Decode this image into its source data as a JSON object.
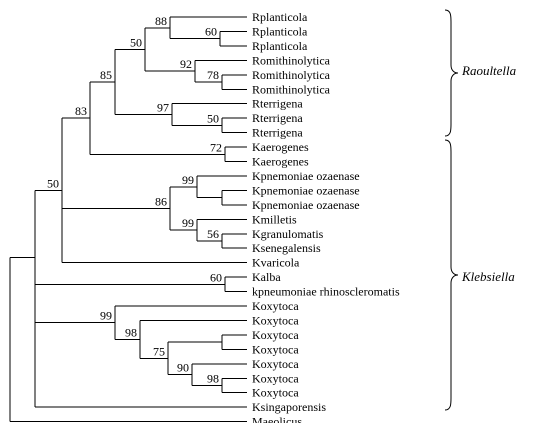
{
  "leaves": [
    "Rplanticola",
    "Rplanticola",
    "Rplanticola",
    "Romithinolytica",
    "Romithinolytica",
    "Romithinolytica",
    "Rterrigena",
    "Rterrigena",
    "Rterrigena",
    "Kaerogenes",
    "Kaerogenes",
    "Kpnemoniae ozaenase",
    "Kpnemoniae ozaenase",
    "Kpnemoniae ozaenase",
    "Kmilletis",
    "Kgranulomatis",
    "Ksenegalensis",
    "Kvaricola",
    "Kalba",
    "kpneumoniae rhinoscleromatis",
    "Koxytoca",
    "Koxytoca",
    "Koxytoca",
    "Koxytoca",
    "Koxytoca",
    "Koxytoca",
    "Koxytoca",
    "Ksingaporensis",
    "Maeolicus"
  ],
  "bootstrap": [
    "60",
    "88",
    "92",
    "78",
    "50",
    "97",
    "50",
    "85",
    "72",
    "83",
    "99",
    "86",
    "99",
    "56",
    "50",
    "60",
    "99",
    "98",
    "75",
    "90",
    "98"
  ],
  "genera": {
    "raoultella": "Raoultella",
    "klebsiella": "Klebsiella"
  }
}
